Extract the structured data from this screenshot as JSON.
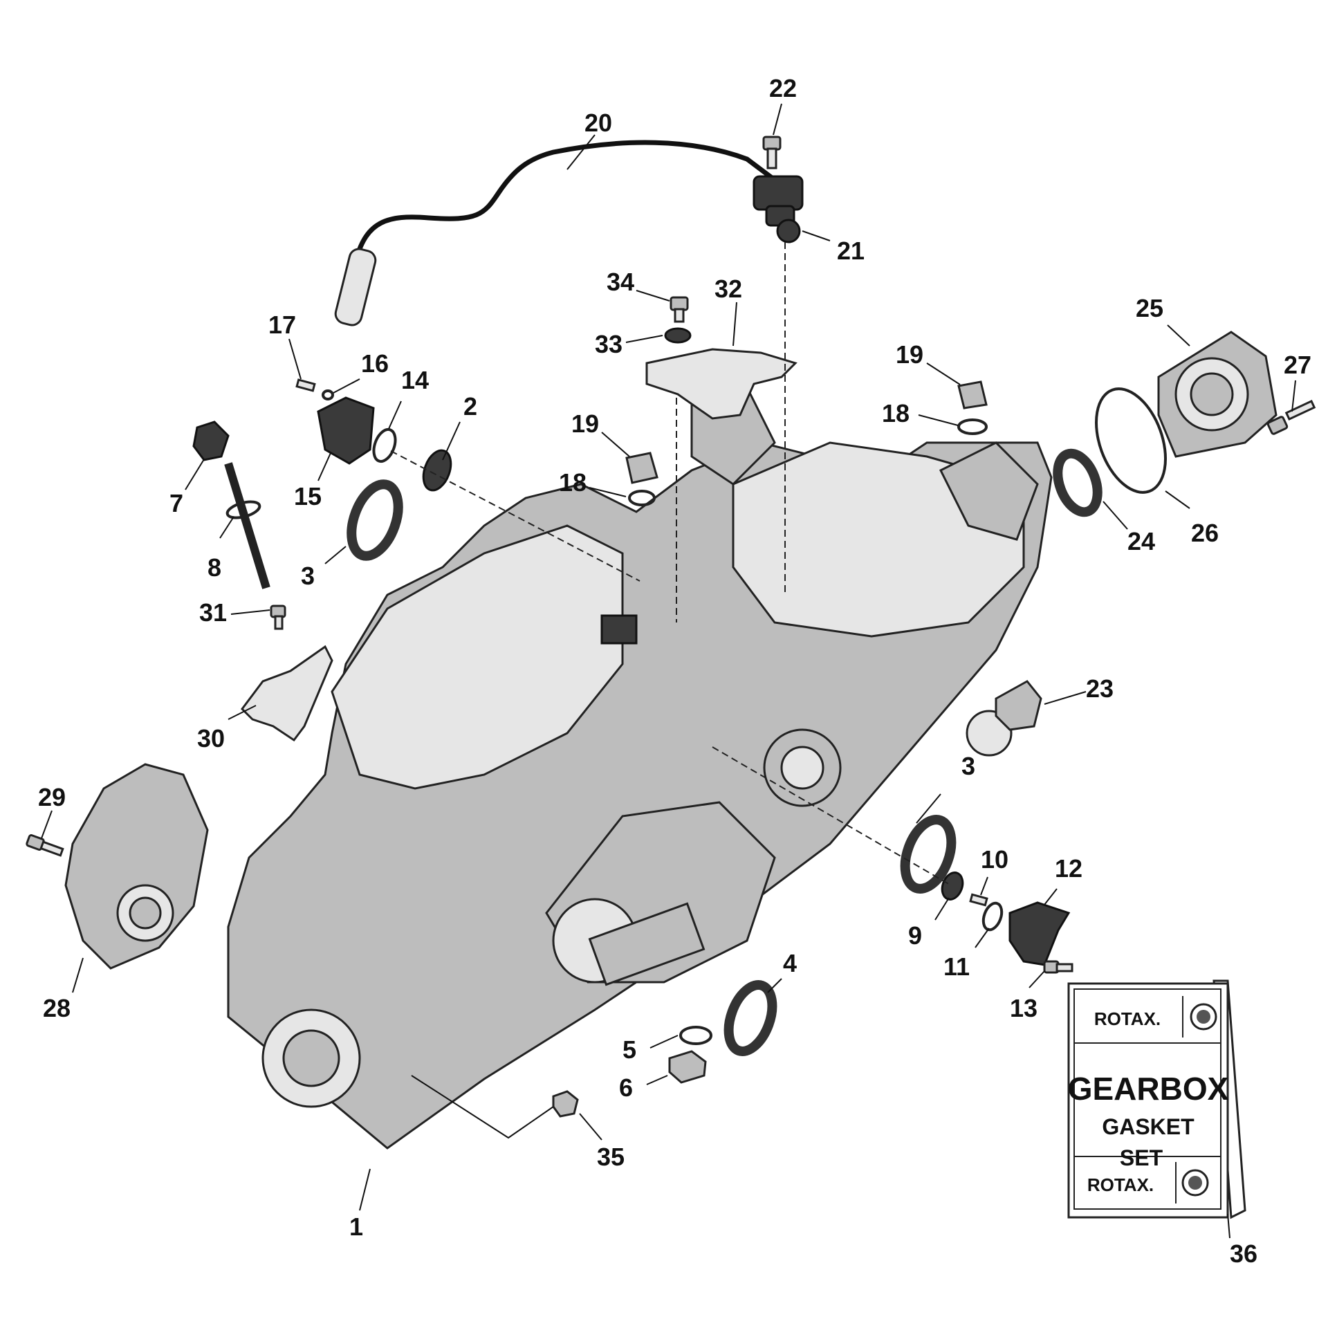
{
  "callouts": {
    "c1": "1",
    "c2": "2",
    "c3a": "3",
    "c3b": "3",
    "c4": "4",
    "c5": "5",
    "c6": "6",
    "c7": "7",
    "c8": "8",
    "c9": "9",
    "c10": "10",
    "c11": "11",
    "c12": "12",
    "c13": "13",
    "c14": "14",
    "c15": "15",
    "c16": "16",
    "c17": "17",
    "c18a": "18",
    "c18b": "18",
    "c19a": "19",
    "c19b": "19",
    "c20": "20",
    "c21": "21",
    "c22": "22",
    "c23": "23",
    "c24": "24",
    "c25": "25",
    "c26": "26",
    "c27": "27",
    "c28": "28",
    "c29": "29",
    "c30": "30",
    "c31": "31",
    "c32": "32",
    "c33": "33",
    "c34": "34",
    "c35": "35",
    "c36": "36"
  },
  "gasket_card": {
    "brand_top": "ROTAX.",
    "title": "GEARBOX",
    "line1": "GASKET",
    "line2": "SET",
    "brand_bottom": "ROTAX."
  }
}
